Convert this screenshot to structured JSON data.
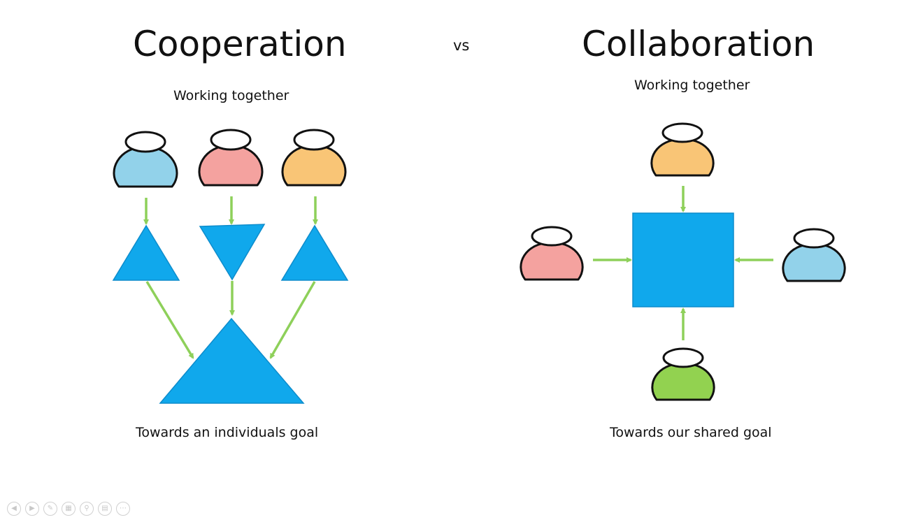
{
  "slide": {
    "title_left": "Cooperation",
    "title_right": "Collaboration",
    "vs": "vs",
    "subtitle_left": "Working together",
    "subtitle_right": "Working together",
    "goal_left": "Towards an individuals goal",
    "goal_right": "Towards our shared goal"
  },
  "colors": {
    "shape_blue": "#10a8ec",
    "arrow_green": "#8ed05a",
    "person_blue": "#92d2ea",
    "person_pink": "#f4a29f",
    "person_orange": "#f9c576",
    "person_green": "#92d250"
  },
  "toolbar": {
    "icons": [
      "previous-icon",
      "next-icon",
      "pen-icon",
      "slides-icon",
      "zoom-icon",
      "subtitles-icon",
      "more-icon"
    ]
  }
}
